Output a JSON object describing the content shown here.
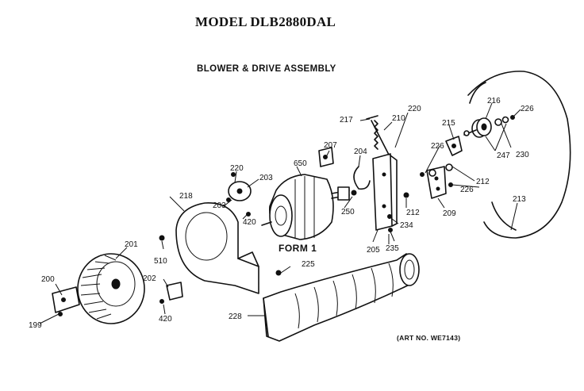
{
  "header": {
    "model_title": "MODEL DLB2880DAL",
    "subtitle": "BLOWER & DRIVE ASSEMBLY"
  },
  "form_label": "FORM 1",
  "art_number": "(ART NO. WE7143)",
  "parts": {
    "p199": "199",
    "p200": "200",
    "p201": "201",
    "p202": "202",
    "p203a": "203",
    "p203b": "203",
    "p204": "204",
    "p205": "205",
    "p207": "207",
    "p209": "209",
    "p210": "210",
    "p212a": "212",
    "p212b": "212",
    "p213": "213",
    "p215": "215",
    "p216": "216",
    "p217": "217",
    "p218": "218",
    "p220a": "220",
    "p220b": "220",
    "p225": "225",
    "p226a": "226",
    "p226b": "226",
    "p226c": "226",
    "p228": "228",
    "p230": "230",
    "p234": "234",
    "p235": "235",
    "p247": "247",
    "p250": "250",
    "p420a": "420",
    "p420b": "420",
    "p510": "510",
    "p650": "650"
  }
}
